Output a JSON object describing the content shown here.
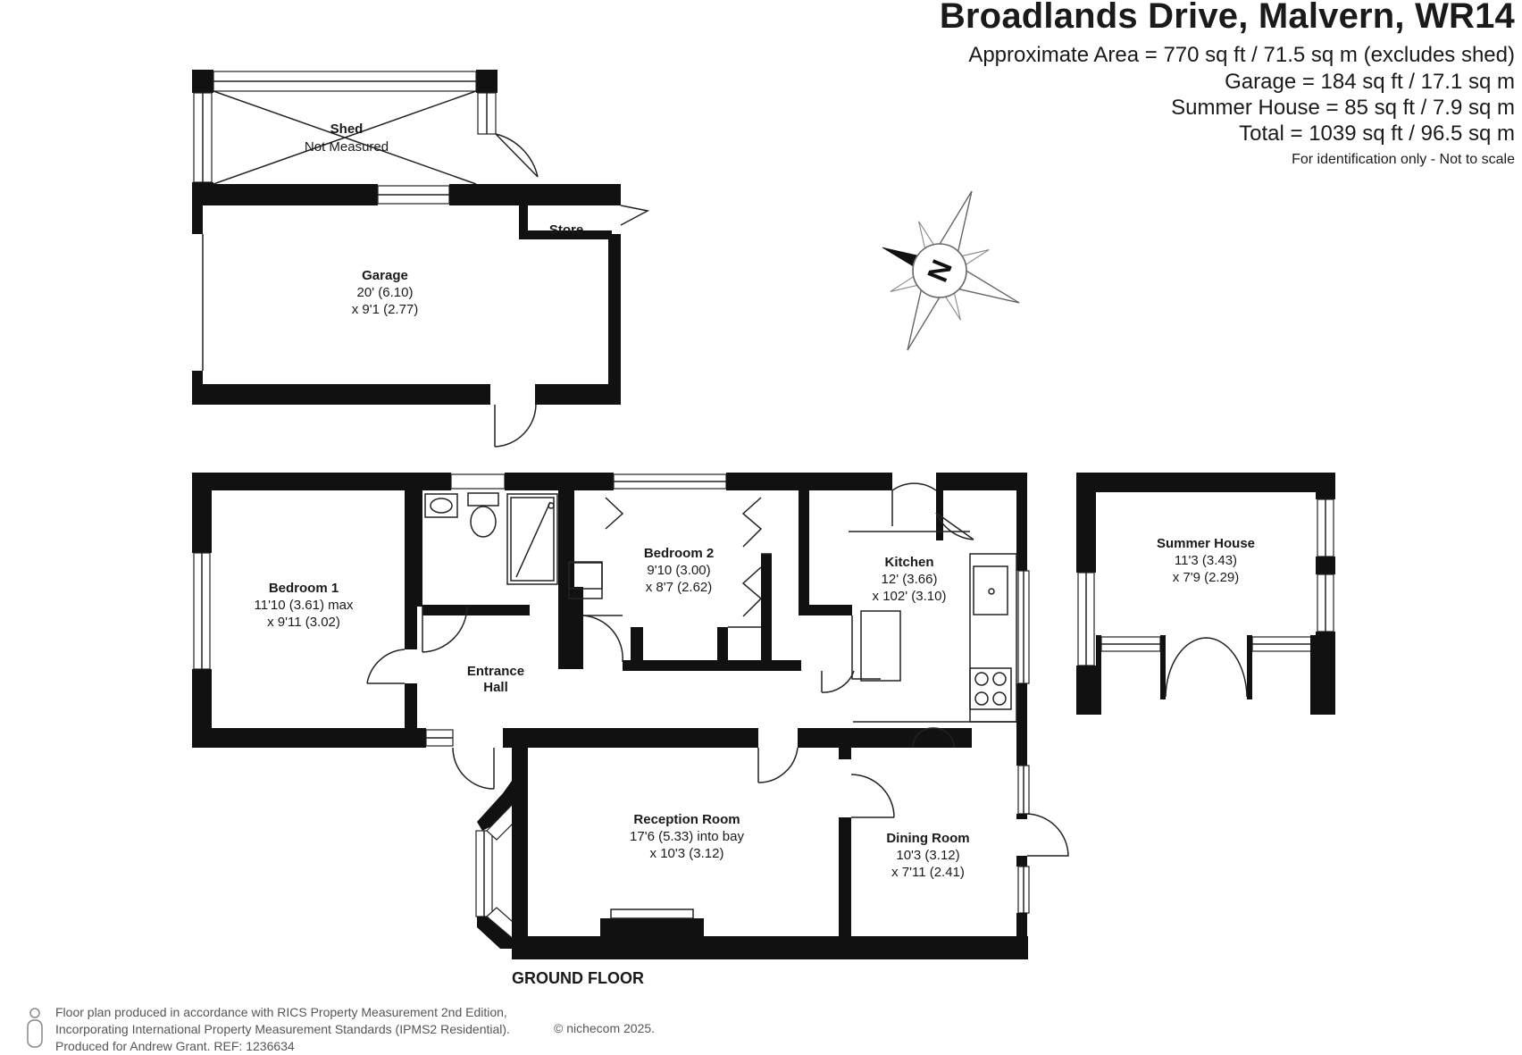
{
  "header": {
    "title": "Broadlands Drive, Malvern, WR14",
    "area_lines": [
      "Approximate Area = 770 sq ft / 71.5 sq m (excludes shed)",
      "Garage = 184 sq ft / 17.1 sq m",
      "Summer House = 85 sq ft / 7.9 sq m",
      "Total = 1039 sq ft / 96.5 sq m"
    ],
    "note": "For identification only - Not to scale"
  },
  "compass": {
    "label": "N"
  },
  "rooms": {
    "shed": {
      "name": "Shed",
      "dims": [
        "Not Measured"
      ]
    },
    "store": {
      "name": "Store",
      "dims": []
    },
    "garage": {
      "name": "Garage",
      "dims": [
        "20' (6.10)",
        "x 9'1 (2.77)"
      ]
    },
    "bedroom1": {
      "name": "Bedroom 1",
      "dims": [
        "11'10 (3.61) max",
        "x 9'11 (3.02)"
      ]
    },
    "bedroom2": {
      "name": "Bedroom 2",
      "dims": [
        "9'10 (3.00)",
        "x 8'7 (2.62)"
      ]
    },
    "kitchen": {
      "name": "Kitchen",
      "dims": [
        "12' (3.66)",
        "x 102' (3.10)"
      ]
    },
    "entrance_hall": {
      "name": "Entrance",
      "name2": "Hall",
      "dims": []
    },
    "reception": {
      "name": "Reception Room",
      "dims": [
        "17'6 (5.33) into bay",
        "x 10'3 (3.12)"
      ]
    },
    "dining": {
      "name": "Dining Room",
      "dims": [
        "10'3 (3.12)",
        "x 7'11 (2.41)"
      ]
    },
    "summer_house": {
      "name": "Summer House",
      "dims": [
        "11'3 (3.43)",
        "x 7'9 (2.29)"
      ]
    }
  },
  "floor_label": "GROUND FLOOR",
  "footer": {
    "lines": [
      "Floor plan produced in accordance with RICS Property Measurement 2nd Edition,",
      "Incorporating International Property Measurement Standards (IPMS2 Residential).",
      "Produced for Andrew Grant.   REF:  1236634"
    ],
    "copyright": "© nichecom 2025."
  }
}
